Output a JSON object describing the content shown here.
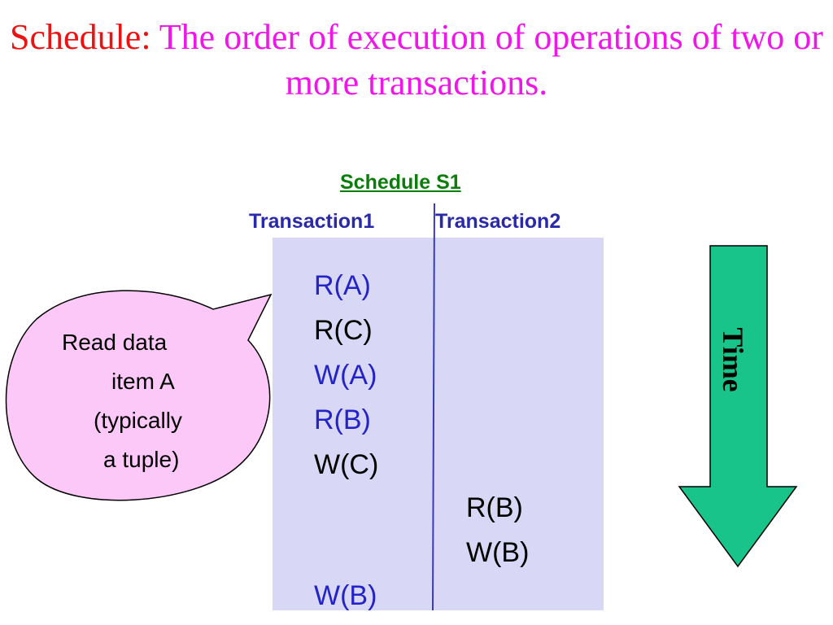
{
  "title": {
    "lead": "Schedule:",
    "rest": " The order of execution of operations of two or more transactions."
  },
  "schedule": {
    "name": "Schedule S1",
    "columns": [
      "Transaction1",
      "Transaction2"
    ],
    "operations": [
      {
        "text": "R(A)",
        "transaction": 1,
        "color": "#2323c8"
      },
      {
        "text": "R(C)",
        "transaction": 1,
        "color": "#000000"
      },
      {
        "text": "W(A)",
        "transaction": 1,
        "color": "#2323c8"
      },
      {
        "text": "R(B)",
        "transaction": 1,
        "color": "#2323c8"
      },
      {
        "text": "W(C)",
        "transaction": 1,
        "color": "#000000"
      },
      {
        "text": "R(B)",
        "transaction": 2,
        "color": "#000000"
      },
      {
        "text": "W(B)",
        "transaction": 2,
        "color": "#000000"
      },
      {
        "text": "W(B)",
        "transaction": 1,
        "color": "#2323c8"
      }
    ]
  },
  "callout": {
    "lines": [
      "Read data",
      "item A",
      "(typically",
      "a tuple)"
    ]
  },
  "time_arrow": {
    "label": "Time",
    "direction": "down",
    "fill": "#19c48a"
  },
  "colors": {
    "title_lead": "#ee1111",
    "title_rest": "#f015e8",
    "schedule_name": "#0a7d0a",
    "column_headers": "#2a2aa8",
    "schedule_box": "#d8d8f6",
    "callout_fill": "#fcc8f8"
  }
}
